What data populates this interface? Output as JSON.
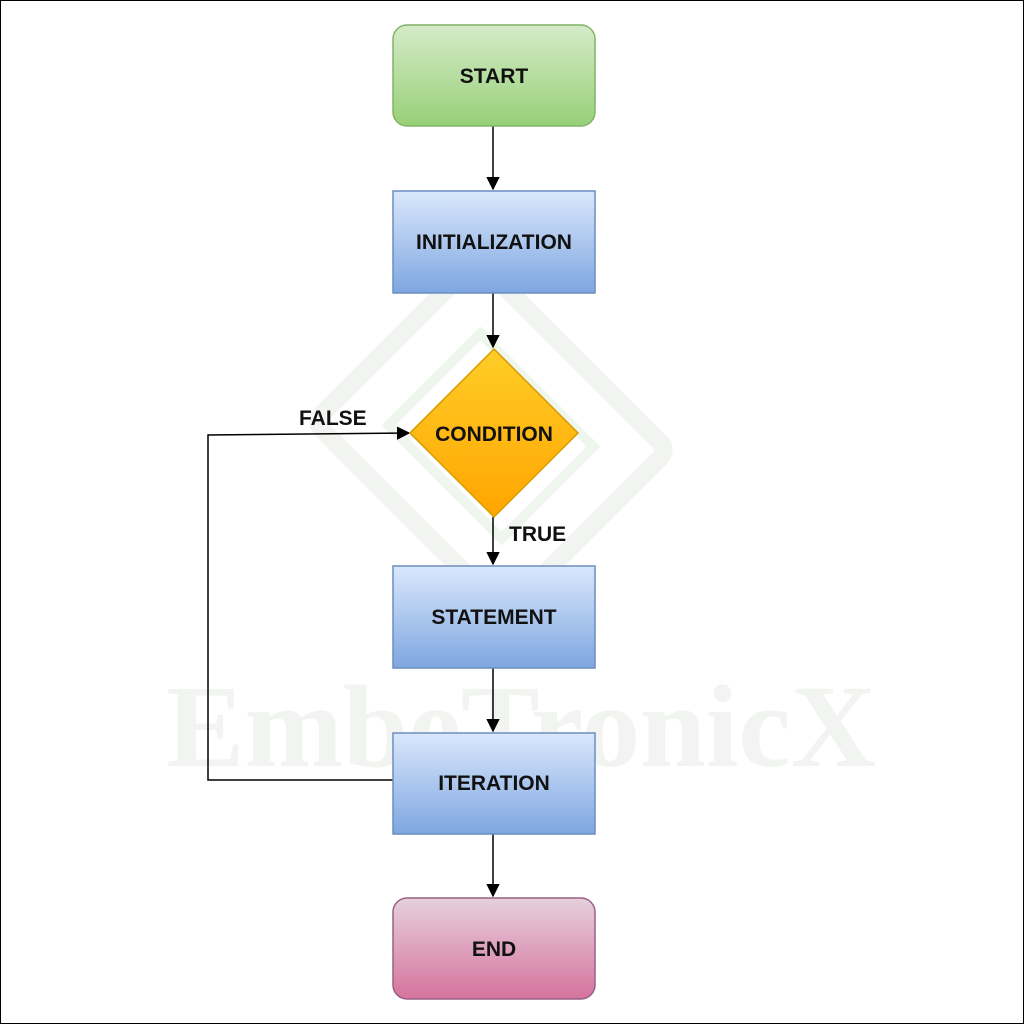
{
  "watermark": {
    "text": "EmbeTronicX"
  },
  "nodes": {
    "start": {
      "label": "START"
    },
    "initialization": {
      "label": "INITIALIZATION"
    },
    "condition": {
      "label": "CONDITION"
    },
    "statement": {
      "label": "STATEMENT"
    },
    "iteration": {
      "label": "ITERATION"
    },
    "end": {
      "label": "END"
    }
  },
  "edges": {
    "true_label": "TRUE",
    "false_label": "FALSE"
  },
  "colors": {
    "start_top": "#d5ebc9",
    "start_bottom": "#97d077",
    "start_stroke": "#82b366",
    "process_top": "#dae8fc",
    "process_bottom": "#7ea6e0",
    "process_stroke": "#6c8ebf",
    "decision_top": "#ffcd28",
    "decision_bottom": "#ffa500",
    "decision_stroke": "#d79b00",
    "end_top": "#e6d0de",
    "end_bottom": "#d5739d",
    "end_stroke": "#996185",
    "line": "#000000"
  }
}
